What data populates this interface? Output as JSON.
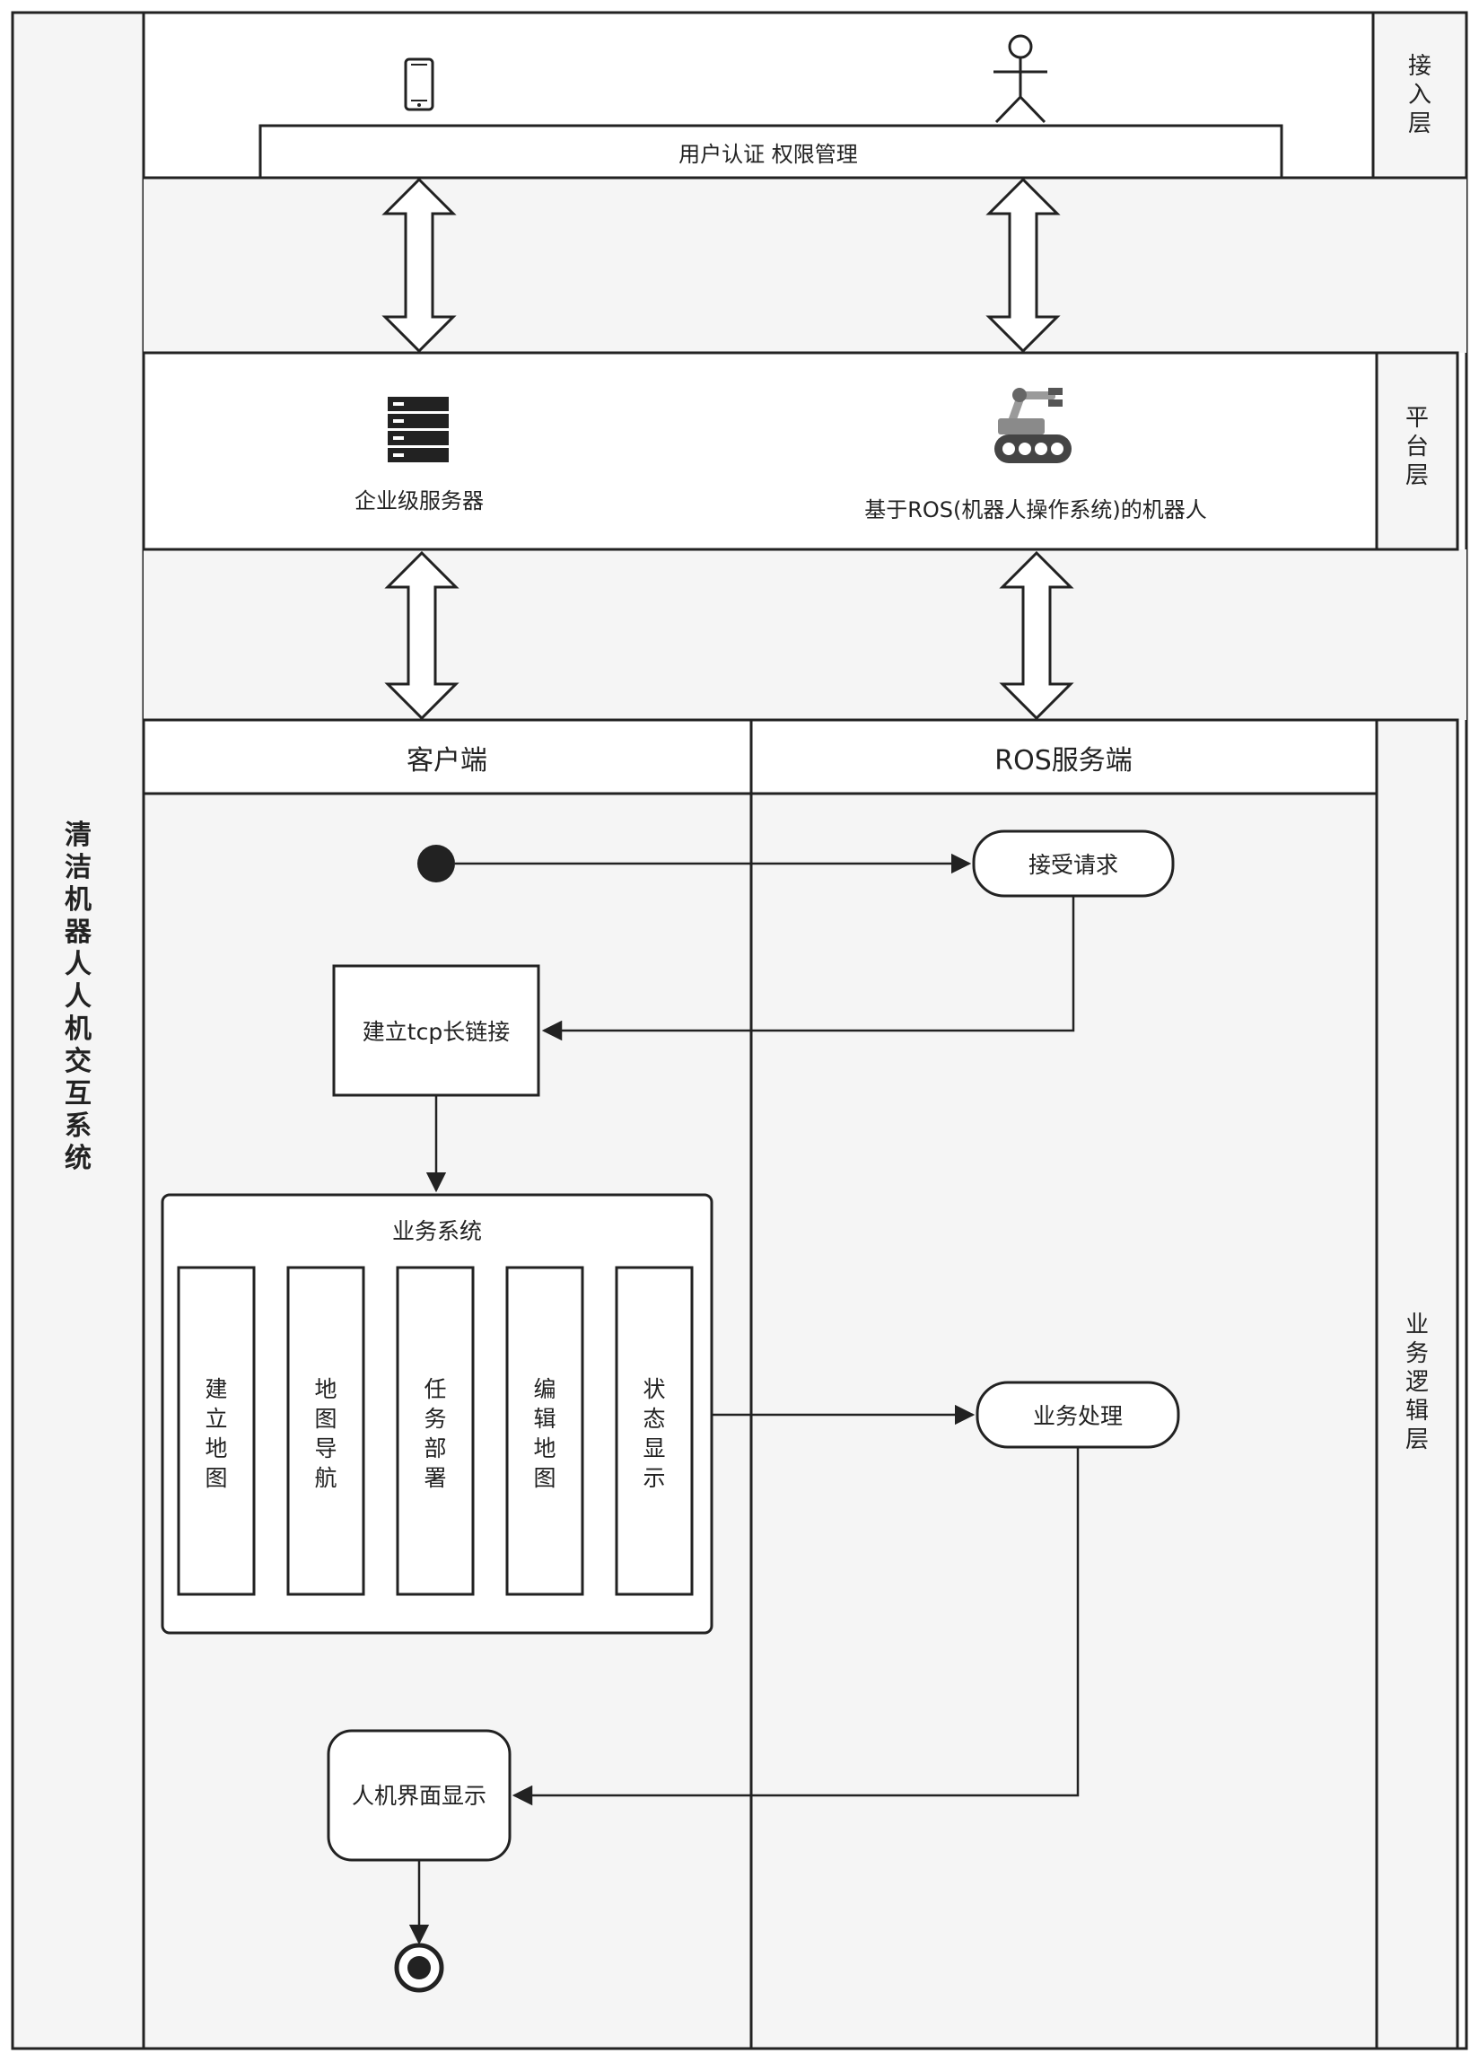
{
  "system_title": "清洁机器人人机交互系统",
  "layers": {
    "access": "接入层",
    "platform": "平台层",
    "business": "业务逻辑层"
  },
  "access_layer": {
    "auth_bar": "用户认证  权限管理",
    "mobile_icon": "mobile-phone-icon",
    "user_icon": "user-actor-icon"
  },
  "platform_layer": {
    "server_label": "企业级服务器",
    "server_icon": "server-rack-icon",
    "robot_label": "基于ROS(机器人操作系统)的机器人",
    "robot_icon": "tracked-robot-arm-icon"
  },
  "swimlanes": {
    "client": "客户端",
    "ros_server": "ROS服务端"
  },
  "nodes": {
    "accept_request": "接受请求",
    "tcp_connect": "建立tcp长链接",
    "business_system": "业务系统",
    "business_handle": "业务处理",
    "hmi_display": "人机界面显示"
  },
  "modules": [
    "建立地图",
    "地图导航",
    "任务部署",
    "编辑地图",
    "状态显示"
  ]
}
